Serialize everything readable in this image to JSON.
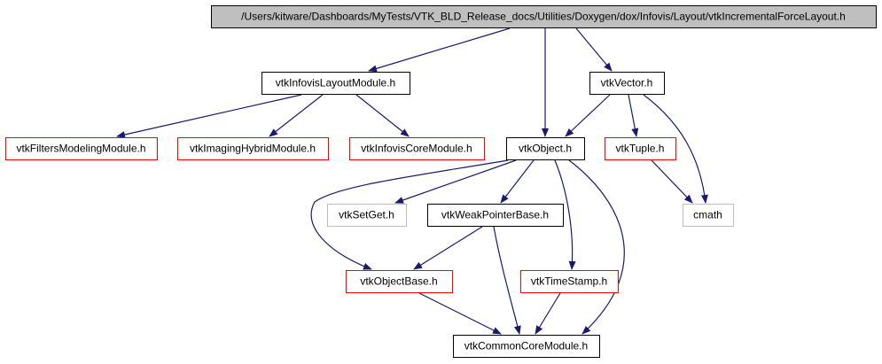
{
  "colors": {
    "edge": "#191970",
    "root_fill": "#bfbfbf",
    "root_border": "#000000",
    "border_default": "#000000",
    "border_red": "#ff0000",
    "border_gray": "#bfbfbf",
    "fill_default": "#ffffff"
  },
  "nodes": [
    {
      "id": "root",
      "label": "/Users/kitware/Dashboards/MyTests/VTK_BLD_Release_docs/Utilities/Doxygen/dox/Infovis/Layout/vtkIncrementalForceLayout.h",
      "style": "root"
    },
    {
      "id": "layoutmodule",
      "label": "vtkInfovisLayoutModule.h",
      "style": "black"
    },
    {
      "id": "object",
      "label": "vtkObject.h",
      "style": "black"
    },
    {
      "id": "vector",
      "label": "vtkVector.h",
      "style": "black"
    },
    {
      "id": "filtersmodeling",
      "label": "vtkFiltersModelingModule.h",
      "style": "red"
    },
    {
      "id": "imaginghybrid",
      "label": "vtkImagingHybridModule.h",
      "style": "red"
    },
    {
      "id": "infoviscore",
      "label": "vtkInfovisCoreModule.h",
      "style": "red"
    },
    {
      "id": "tuple",
      "label": "vtkTuple.h",
      "style": "red"
    },
    {
      "id": "setget",
      "label": "vtkSetGet.h",
      "style": "gray"
    },
    {
      "id": "weakptr",
      "label": "vtkWeakPointerBase.h",
      "style": "black"
    },
    {
      "id": "cmath",
      "label": "cmath",
      "style": "gray"
    },
    {
      "id": "objectbase",
      "label": "vtkObjectBase.h",
      "style": "red"
    },
    {
      "id": "timestamp",
      "label": "vtkTimeStamp.h",
      "style": "red"
    },
    {
      "id": "commoncore",
      "label": "vtkCommonCoreModule.h",
      "style": "black"
    }
  ],
  "edges": [
    {
      "from": "root",
      "to": "layoutmodule"
    },
    {
      "from": "root",
      "to": "object"
    },
    {
      "from": "root",
      "to": "vector"
    },
    {
      "from": "layoutmodule",
      "to": "filtersmodeling"
    },
    {
      "from": "layoutmodule",
      "to": "imaginghybrid"
    },
    {
      "from": "layoutmodule",
      "to": "infoviscore"
    },
    {
      "from": "vector",
      "to": "object"
    },
    {
      "from": "vector",
      "to": "tuple"
    },
    {
      "from": "vector",
      "to": "cmath"
    },
    {
      "from": "tuple",
      "to": "cmath"
    },
    {
      "from": "object",
      "to": "setget"
    },
    {
      "from": "object",
      "to": "weakptr"
    },
    {
      "from": "object",
      "to": "objectbase"
    },
    {
      "from": "object",
      "to": "timestamp"
    },
    {
      "from": "object",
      "to": "commoncore"
    },
    {
      "from": "weakptr",
      "to": "objectbase"
    },
    {
      "from": "weakptr",
      "to": "commoncore"
    },
    {
      "from": "objectbase",
      "to": "commoncore"
    },
    {
      "from": "timestamp",
      "to": "commoncore"
    }
  ]
}
